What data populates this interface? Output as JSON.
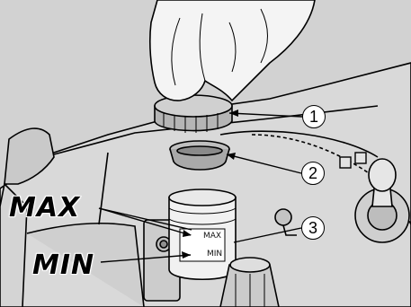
{
  "labels": {
    "max_big": "MAX",
    "min_big": "MIN",
    "jar_max": "MAX",
    "jar_min": "MIN"
  },
  "callouts": [
    "1",
    "2",
    "3"
  ],
  "colors": {
    "background": "#d2d2d2",
    "line": "#000000",
    "highlight": "#ffffff"
  }
}
